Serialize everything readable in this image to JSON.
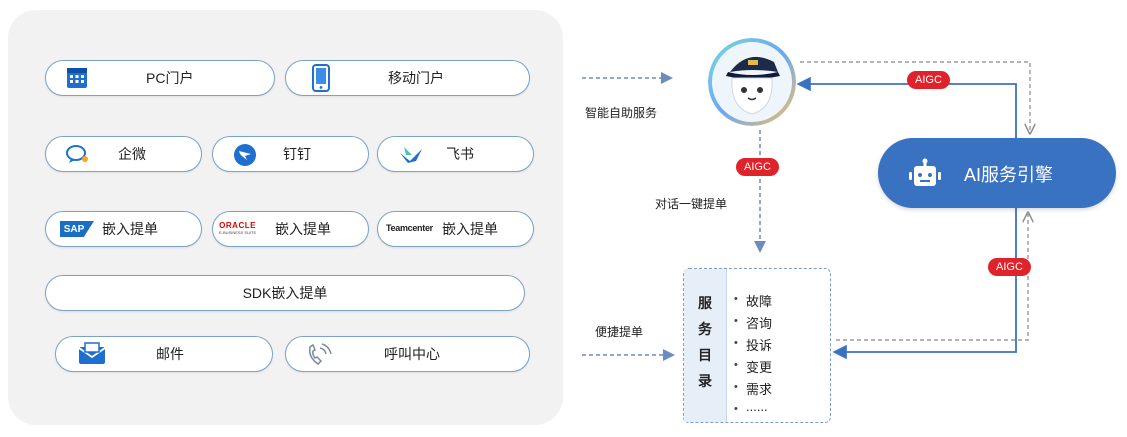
{
  "channels": {
    "pc": "PC门户",
    "mobile": "移动门户",
    "wecom": "企微",
    "dingtalk": "钉钉",
    "feishu": "飞书",
    "sap_embed": "嵌入提单",
    "oracle_embed": "嵌入提单",
    "teamcenter_embed": "嵌入提单",
    "sdk": "SDK嵌入提单",
    "email": "邮件",
    "callcenter": "呼叫中心"
  },
  "logos": {
    "sap": "SAP",
    "oracle_top": "ORACLE",
    "oracle_bottom": "E-BUSINESS SUITE",
    "teamcenter": "Teamcenter"
  },
  "flow": {
    "self_service": "智能自助服务",
    "one_click": "对话一键提单",
    "quick": "便捷提单",
    "aigc_labels": [
      "AIGC",
      "AIGC",
      "AIGC"
    ]
  },
  "engine": {
    "label": "AI服务引擎"
  },
  "catalog": {
    "title_chars": [
      "服",
      "务",
      "目",
      "录"
    ],
    "items": [
      "故障",
      "咨询",
      "投诉",
      "变更",
      "需求",
      "......"
    ]
  },
  "colors": {
    "accent": "#3a72c2",
    "aigc": "#e0222a",
    "pill_border": "#7da1c8",
    "panel_bg": "#f2f2f2"
  },
  "icons": {
    "pc": "calendar-grid-icon",
    "mobile": "mobile-phone-icon",
    "wecom": "chat-bubble-icon",
    "dingtalk": "dingtalk-icon",
    "feishu": "feishu-icon",
    "email": "envelope-icon",
    "callcenter": "phone-handset-icon",
    "engine": "robot-icon",
    "assistant": "cat-mascot-avatar"
  }
}
